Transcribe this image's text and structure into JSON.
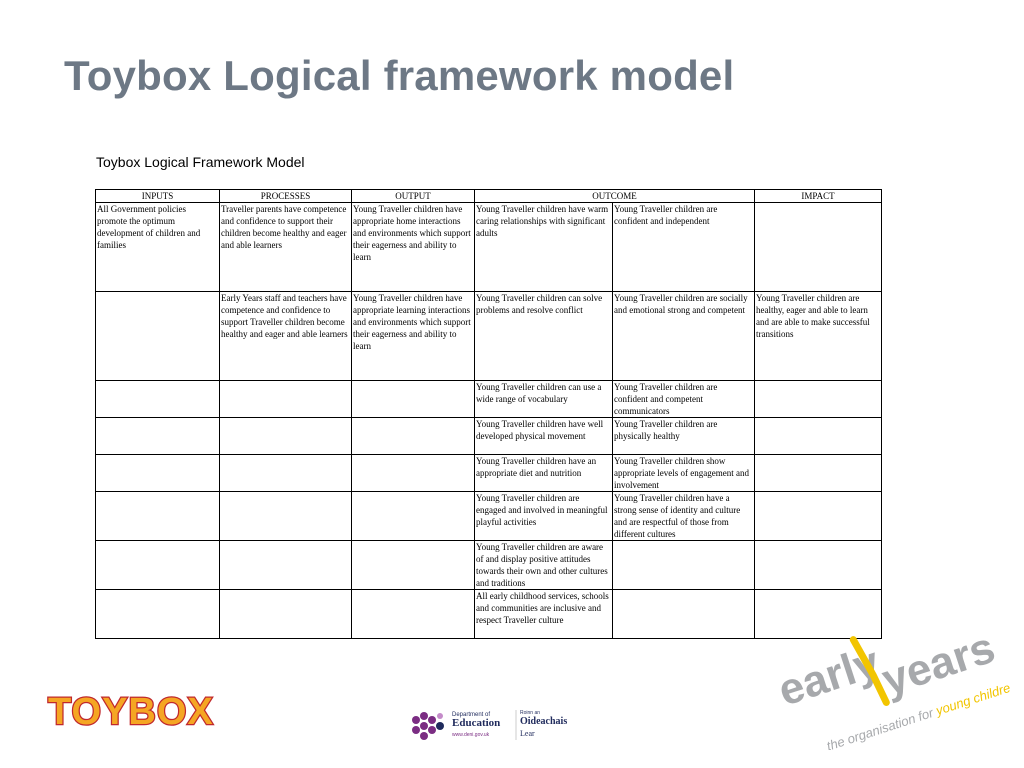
{
  "slide": {
    "title": "Toybox Logical framework model"
  },
  "table": {
    "caption": "Toybox Logical Framework Model",
    "headers": [
      "INPUTS",
      "PROCESSES",
      "OUTPUT",
      "OUTCOME",
      "IMPACT"
    ],
    "rows": [
      {
        "inputs": "All Government policies promote the optimum development  of children and families",
        "processes": "Traveller parents have competence and confidence to support their children become healthy and eager and able learners",
        "output": "Young Traveller children have appropriate home interactions and environments which support their eagerness and ability to learn",
        "outcome_a": "Young Traveller children have warm caring relationships with significant adults",
        "outcome_b": "Young Traveller children are confident and independent",
        "impact": ""
      },
      {
        "inputs": "",
        "processes": "Early Years staff and teachers have competence and confidence to support Traveller children become healthy and eager and able learners",
        "output": "Young Traveller children have appropriate learning interactions and environments which support their eagerness and ability to learn",
        "outcome_a": "Young Traveller children can solve problems and resolve conflict",
        "outcome_b": "Young Traveller children are socially and emotional strong and competent",
        "impact": "Young Traveller children are healthy, eager and able to learn and are able to make successful transitions"
      },
      {
        "inputs": "",
        "processes": "",
        "output": "",
        "outcome_a": "Young Traveller children can use a wide range of vocabulary",
        "outcome_b": "Young Traveller children are confident and competent communicators",
        "impact": ""
      },
      {
        "inputs": "",
        "processes": "",
        "output": "",
        "outcome_a": "Young Traveller children have well developed physical movement",
        "outcome_b": "Young Traveller children are physically healthy",
        "impact": ""
      },
      {
        "inputs": "",
        "processes": "",
        "output": "",
        "outcome_a": "Young Traveller children have an appropriate diet and nutrition",
        "outcome_b": "Young Traveller children show appropriate levels of engagement and involvement",
        "impact": ""
      },
      {
        "inputs": "",
        "processes": "",
        "output": "",
        "outcome_a": "Young Traveller children are engaged and involved in meaningful playful activities",
        "outcome_b": "Young Traveller children have a strong sense of identity and culture and are respectful of those from different cultures",
        "impact": ""
      },
      {
        "inputs": "",
        "processes": "",
        "output": "",
        "outcome_a": "Young Traveller children are aware of and display positive attitudes towards their own and other cultures and traditions",
        "outcome_b": "",
        "impact": ""
      },
      {
        "inputs": "",
        "processes": "",
        "output": "",
        "outcome_a": "All early childhood services, schools and communities are inclusive and respect Traveller culture",
        "outcome_b": "",
        "impact": ""
      }
    ]
  },
  "logos": {
    "toybox": {
      "text": "TOYBOX",
      "colors": {
        "fill": "#f5a623",
        "outline": "#c0282d"
      }
    },
    "early_years": {
      "word1": "early",
      "word2": "years",
      "tagline_prefix": "the organisation for ",
      "tagline_highlight": "young children",
      "colors": {
        "grey": "#a7a9ac",
        "yellow": "#f2c500"
      }
    },
    "department": {
      "line1": "Department of",
      "line2": "Education",
      "url": "www.deni.gov.uk",
      "irish_line1": "Roinn an",
      "irish_line2": "Oideachais",
      "irish_line3": "Lear",
      "colors": {
        "purple": "#7b2d83",
        "navy": "#1f2a5c"
      }
    }
  }
}
